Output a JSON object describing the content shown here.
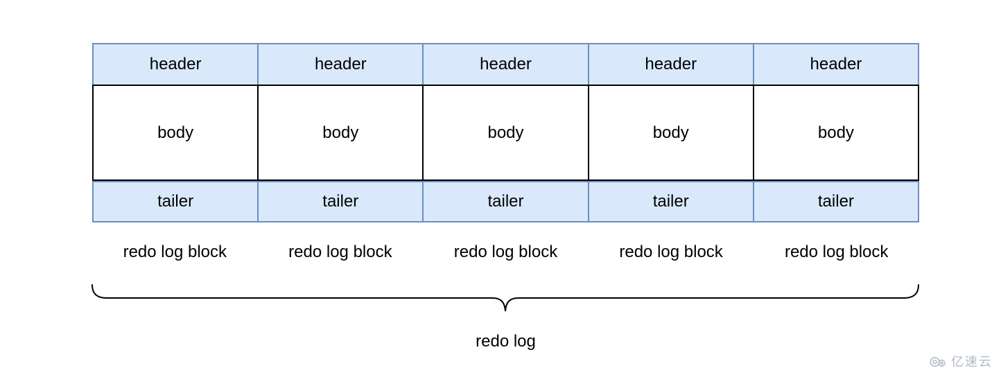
{
  "diagram": {
    "blocks": [
      {
        "header": "header",
        "body": "body",
        "tailer": "tailer",
        "caption": "redo log block"
      },
      {
        "header": "header",
        "body": "body",
        "tailer": "tailer",
        "caption": "redo log block"
      },
      {
        "header": "header",
        "body": "body",
        "tailer": "tailer",
        "caption": "redo log block"
      },
      {
        "header": "header",
        "body": "body",
        "tailer": "tailer",
        "caption": "redo log block"
      },
      {
        "header": "header",
        "body": "body",
        "tailer": "tailer",
        "caption": "redo log block"
      }
    ],
    "brace_label": "redo log",
    "colors": {
      "cell_fill": "#dae8fc",
      "cell_border": "#6c8ebf",
      "body_border": "#000000",
      "text": "#000000",
      "brace": "#000000"
    }
  },
  "watermark": {
    "text": "亿速云",
    "icon": "cloud-icon",
    "color": "#b2bbc7"
  }
}
